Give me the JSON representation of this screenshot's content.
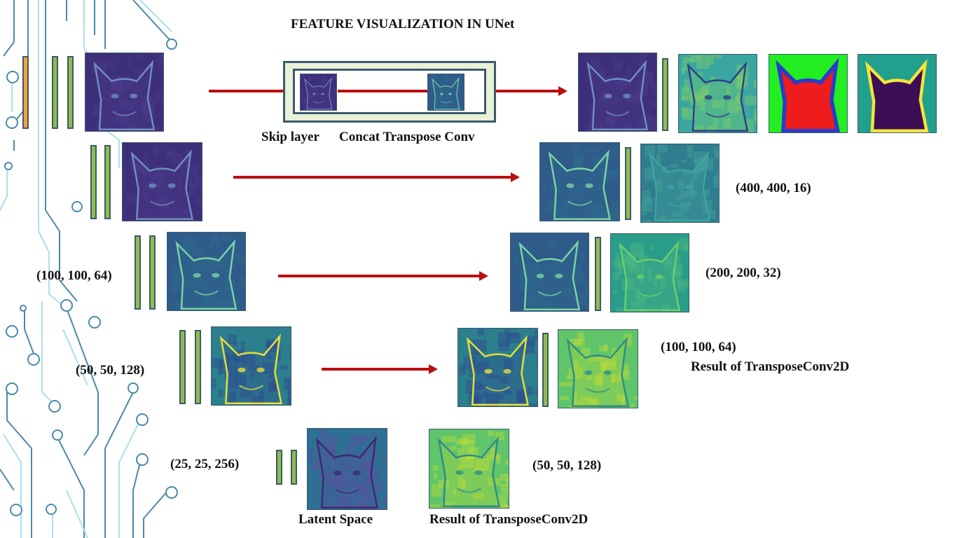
{
  "title": "FEATURE VISUALIZATION IN UNet",
  "labels": {
    "skip_layer": "Skip layer",
    "concat_transpose_conv": "Concat Transpose Conv",
    "dim_400": "(400, 400, 16)",
    "dim_200": "(200, 200, 32)",
    "dim_100_left": "(100, 100, 64)",
    "dim_100_right": "(100, 100, 64)",
    "result_transpose_right": "Result of TransposeConv2D",
    "dim_50_left": "(50, 50, 128)",
    "dim_50_bottom": "(50, 50, 128)",
    "dim_25": "(25, 25, 256)",
    "latent_space": "Latent Space",
    "result_transpose_bottom": "Result of TransposeConv2D"
  },
  "colors": {
    "arrow": "#b90f0f",
    "bar_green": "#8fbd4a",
    "bar_orange": "#f4a23c",
    "circuit_line": "#4a8aa8",
    "circuit_light": "#a9dfee",
    "skip_box_fill": "#e9f2d6",
    "box_border": "#3c5a6e",
    "mask_red": "#ee1c1c",
    "mask_green": "#22ee22",
    "mask_blue": "#2a3cc8",
    "mask_purple": "#3b0e56",
    "mask_yellow": "#f5e43a",
    "mask_teal": "#21a08d"
  },
  "icons": {
    "feature_map": "cat-feature-map",
    "segmentation": "cat-segmentation-mask",
    "decoration": "circuit-board-decoration"
  }
}
